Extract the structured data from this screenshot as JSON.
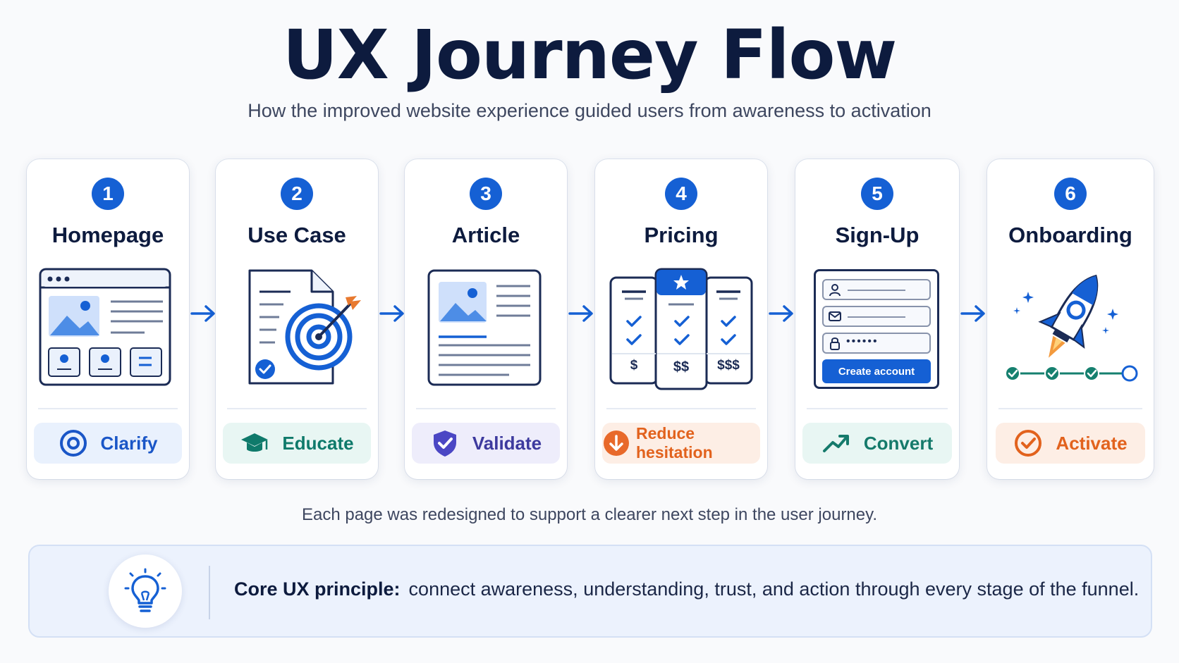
{
  "title": "UX Journey Flow",
  "subtitle": "How the improved website experience guided users from awareness to activation",
  "steps": [
    {
      "number": "1",
      "title": "Homepage",
      "outcome": "Clarify"
    },
    {
      "number": "2",
      "title": "Use Case",
      "outcome": "Educate"
    },
    {
      "number": "3",
      "title": "Article",
      "outcome": "Validate"
    },
    {
      "number": "4",
      "title": "Pricing",
      "outcome": "Reduce hesitation"
    },
    {
      "number": "5",
      "title": "Sign-Up",
      "outcome": "Convert"
    },
    {
      "number": "6",
      "title": "Onboarding",
      "outcome": "Activate"
    }
  ],
  "pricing": {
    "tier1": "$",
    "tier2": "$$",
    "tier3": "$$$"
  },
  "signup": {
    "password_mask": "••••••",
    "button": "Create account"
  },
  "footnote": "Each page was redesigned to support a clearer next step in the user journey.",
  "principle": {
    "label": "Core UX principle:",
    "text": "connect awareness, understanding, trust, and action through every stage of the funnel."
  },
  "colors": {
    "primary": "#1560d4",
    "navy": "#0d1b3e",
    "clarify": "#1a56c7",
    "educate": "#0f7a6b",
    "validate": "#3d3a9e",
    "reduce_hesitation": "#e2621d",
    "convert": "#157a6b",
    "activate": "#e2621d"
  }
}
